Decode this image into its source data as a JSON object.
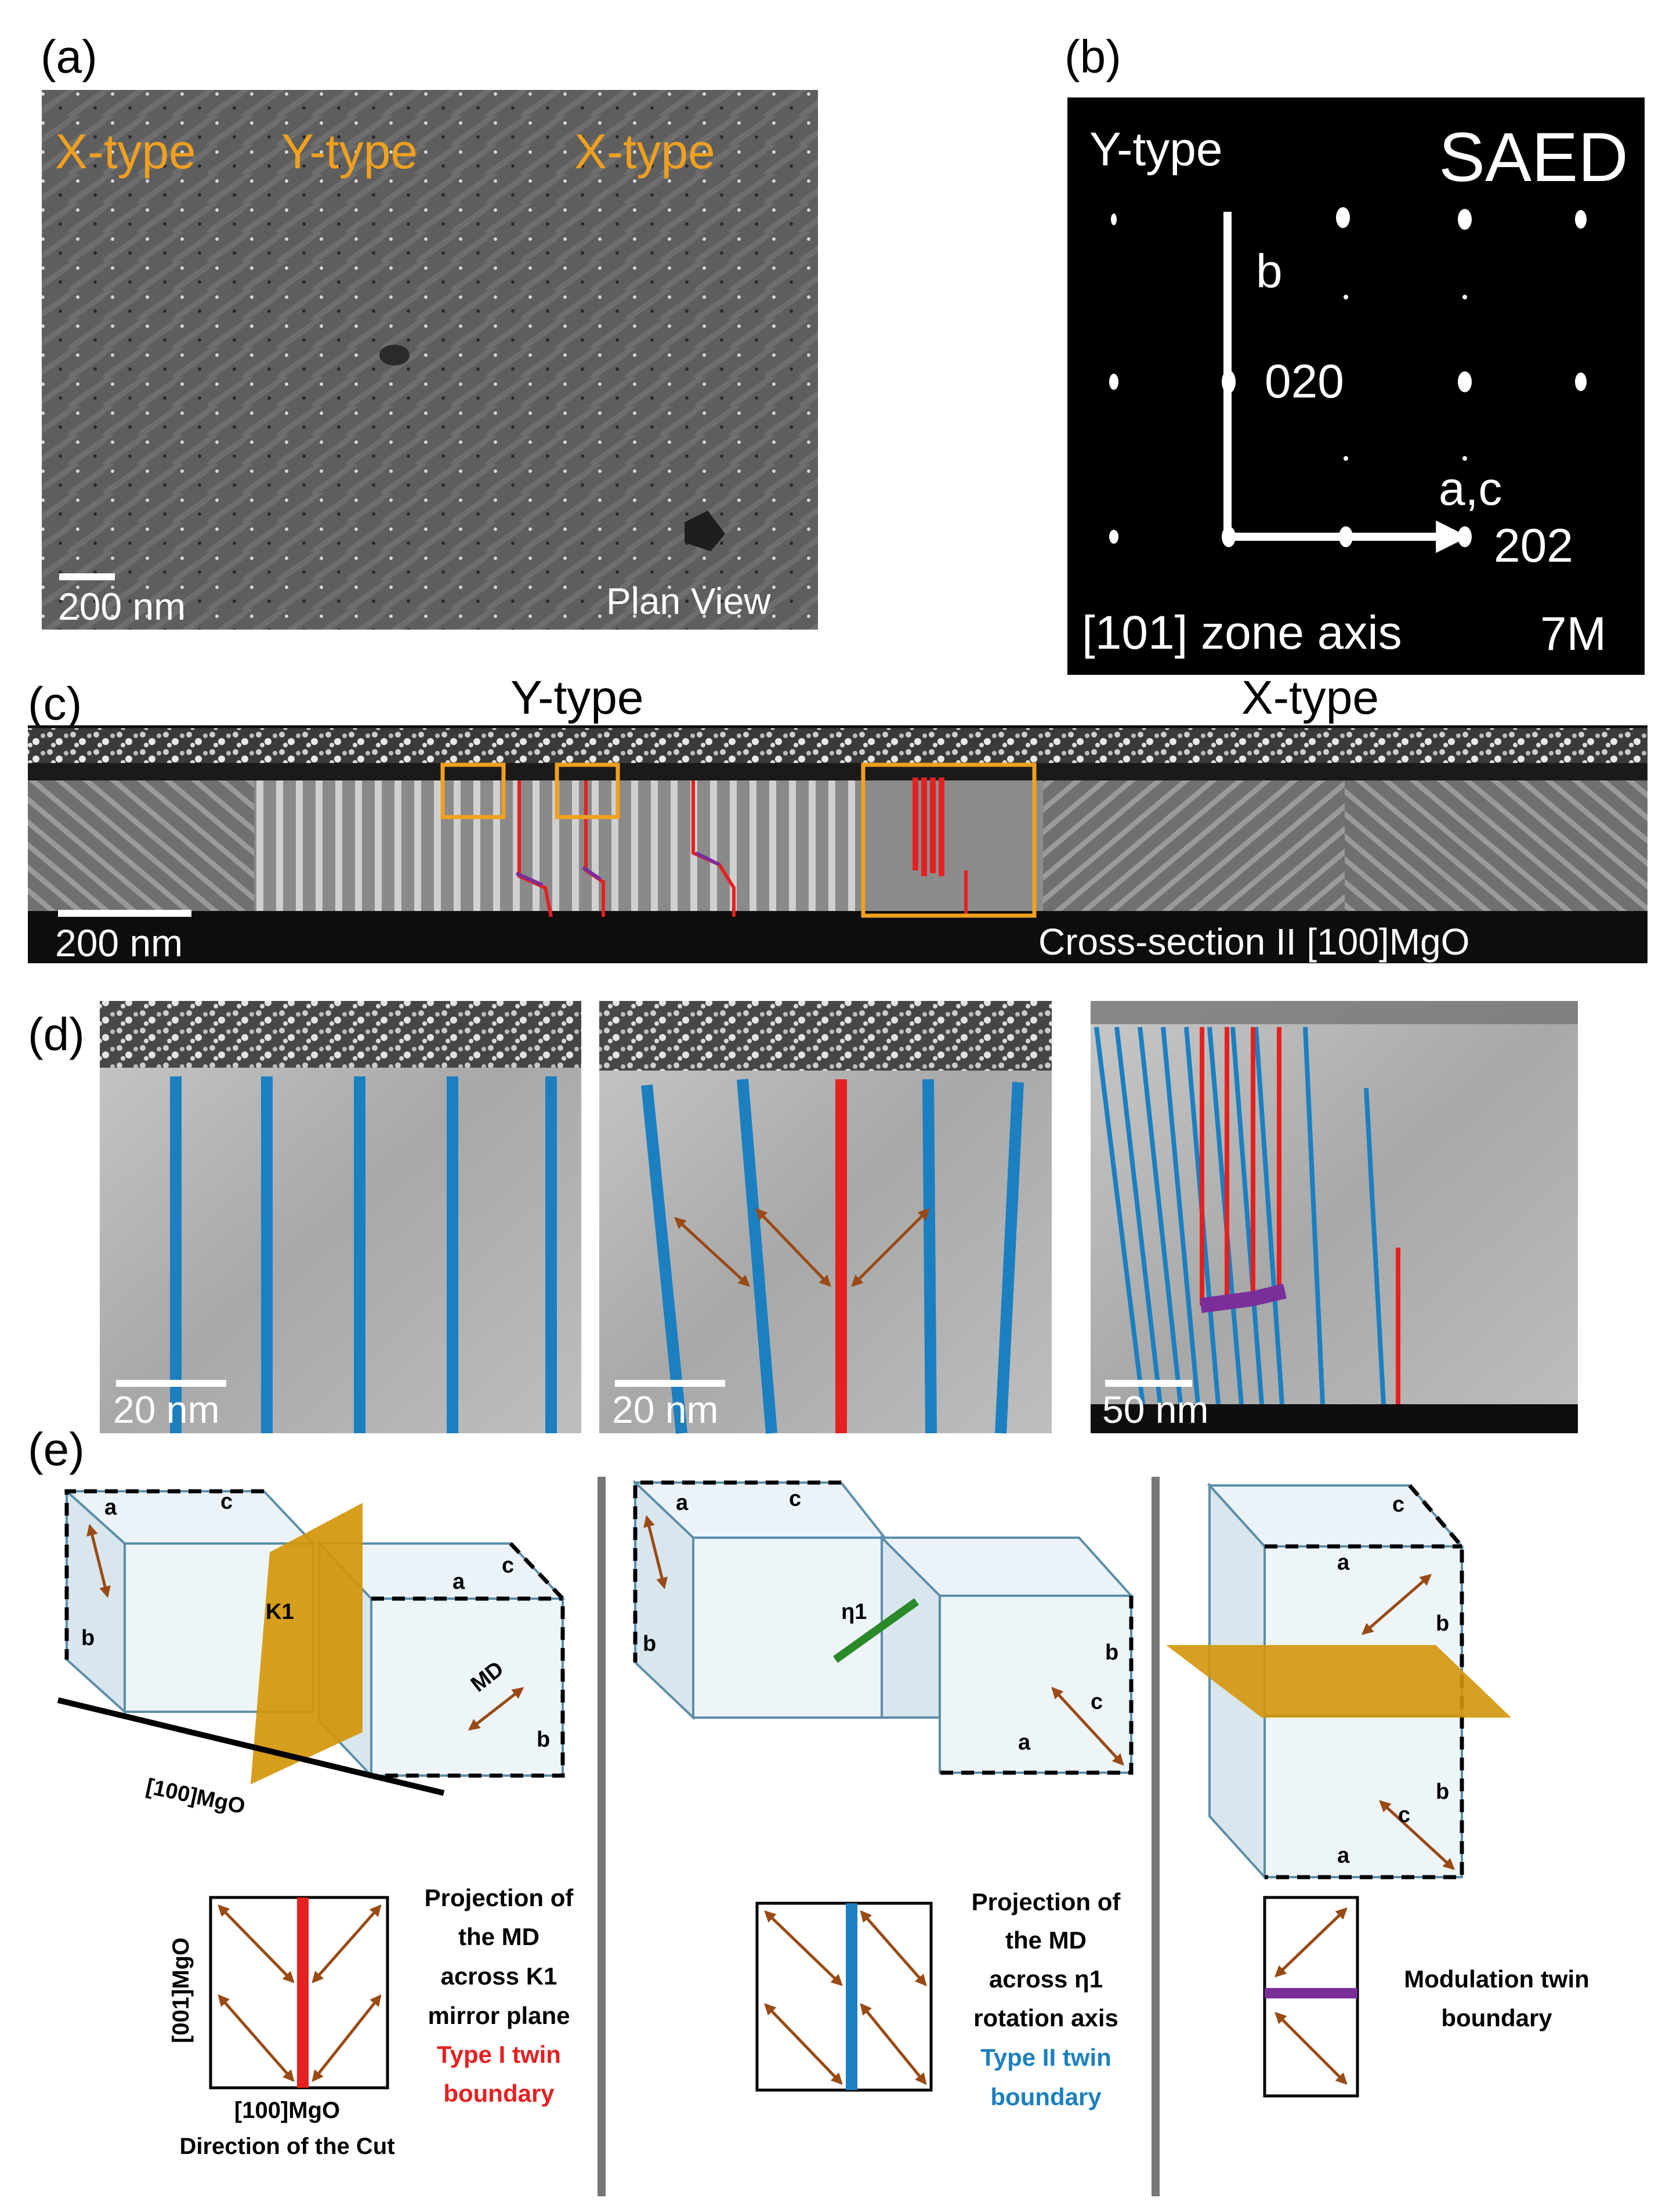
{
  "panel_a": {
    "label": "(a)",
    "types": [
      "X-type",
      "Y-type",
      "X-type"
    ],
    "scalebar": "200 nm",
    "view": "Plan View"
  },
  "panel_b": {
    "label": "(b)",
    "type": "Y-type",
    "method": "SAED",
    "axis_b": "b",
    "spot_020": "020",
    "axis_ac": "a,c",
    "spot_202": "202",
    "zone": "[101] zone axis",
    "modulation": "7M"
  },
  "panel_c": {
    "label": "(c)",
    "y_type": "Y-type",
    "x_type": "X-type",
    "scalebar": "200 nm",
    "section": "Cross-section II [100]MgO"
  },
  "panel_d": {
    "label": "(d)",
    "scalebars": [
      "20 nm",
      "20 nm",
      "50 nm"
    ]
  },
  "panel_e": {
    "label": "(e)",
    "left": {
      "a1": "a",
      "c1": "c",
      "b1": "b",
      "a2": "a",
      "c2": "c",
      "b2": "b",
      "plane": "K1",
      "md": "MD",
      "base": "[100]MgO",
      "proj_y": "[001]MgO",
      "proj_x": "[100]MgO",
      "proj_x2": "Direction of the Cut",
      "caption": [
        "Projection of",
        "the MD",
        "across K1",
        "mirror plane"
      ],
      "type_caption": [
        "Type I twin",
        "boundary"
      ]
    },
    "middle": {
      "a1": "a",
      "c1": "c",
      "b1": "b",
      "axis": "η1",
      "b2": "b",
      "c2": "c",
      "a2": "a",
      "caption": [
        "Projection of",
        "the MD",
        "across η1",
        "rotation axis"
      ],
      "type_caption": [
        "Type II twin",
        "boundary"
      ]
    },
    "right": {
      "c1": "c",
      "a1": "a",
      "b1": "b",
      "b2": "b",
      "c2": "c",
      "a2": "a",
      "caption": [
        "Modulation twin",
        "boundary"
      ]
    }
  },
  "colors": {
    "orange_text": "#f0a020",
    "type1": "#e52020",
    "type2": "#1c7fc0",
    "modulation": "#7a2e9a",
    "plane": "#d4960a",
    "arrow": "#9a4a14",
    "rotation": "#2a8a2a"
  }
}
